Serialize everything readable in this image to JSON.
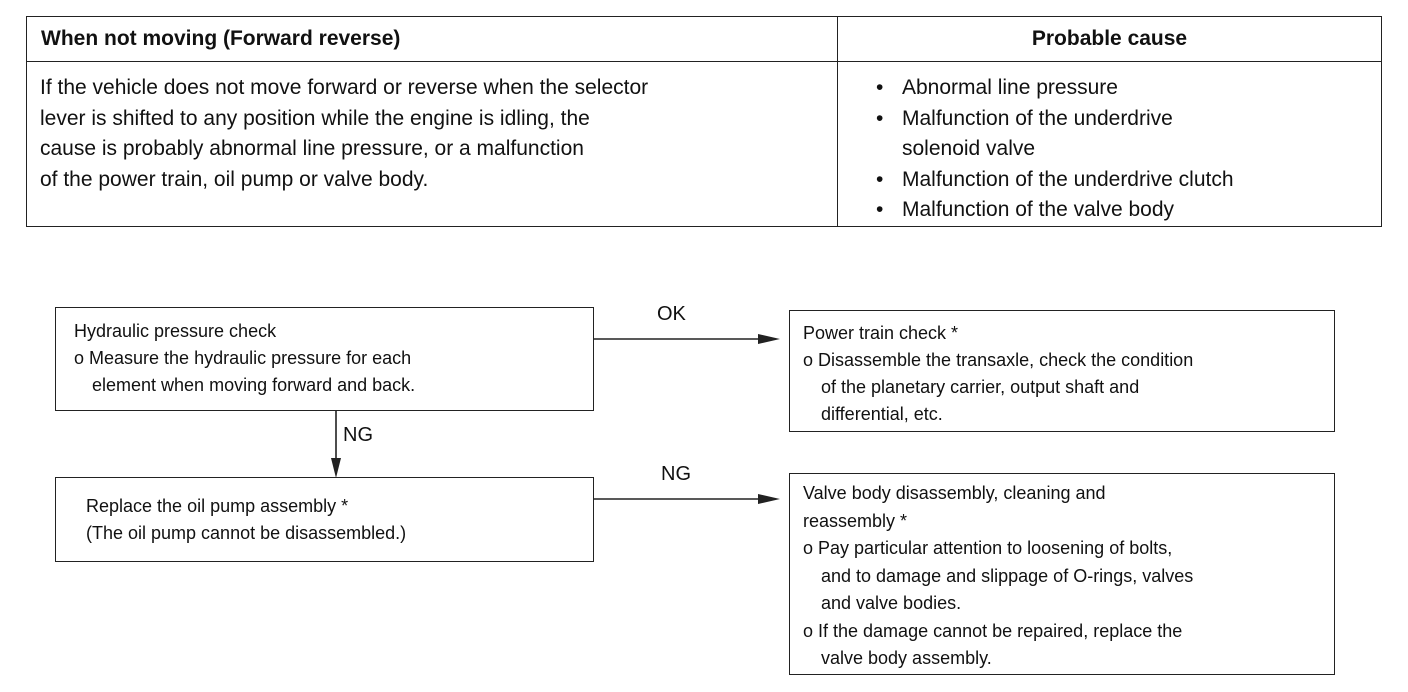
{
  "table": {
    "header_condition": "When not moving (Forward reverse)",
    "header_cause": "Probable cause",
    "condition_lines": [
      "If the vehicle does not move forward or reverse when the selector",
      "lever is shifted to any position while the engine is idling, the",
      "cause is probably abnormal line pressure, or a malfunction",
      "of the power train, oil pump or valve body."
    ],
    "causes": [
      [
        "Abnormal line pressure"
      ],
      [
        "Malfunction of the underdrive",
        "solenoid valve"
      ],
      [
        "Malfunction of the underdrive clutch"
      ],
      [
        "Malfunction of the valve body"
      ]
    ]
  },
  "flow": {
    "hydraulic": {
      "title": "Hydraulic pressure check",
      "lines": [
        "o Measure the hydraulic pressure for each",
        "element when moving forward and back."
      ]
    },
    "power_train": {
      "title": "Power train check *",
      "lines": [
        "o Disassemble the transaxle, check the condition",
        "of the planetary carrier, output shaft and",
        "differential, etc."
      ]
    },
    "oil_pump": {
      "title": "Replace the oil pump assembly *",
      "lines": [
        "(The oil pump cannot be disassembled.)"
      ]
    },
    "valve_body": {
      "title_lines": [
        "Valve body disassembly, cleaning and",
        "reassembly *"
      ],
      "lines": [
        "o Pay particular attention to loosening of bolts,",
        "and to damage and slippage of O-rings, valves",
        "and valve bodies.",
        "o If the damage cannot be repaired, replace the",
        "valve body assembly."
      ]
    },
    "labels": {
      "ok": "OK",
      "ng_down": "NG",
      "ng_right": "NG"
    }
  }
}
